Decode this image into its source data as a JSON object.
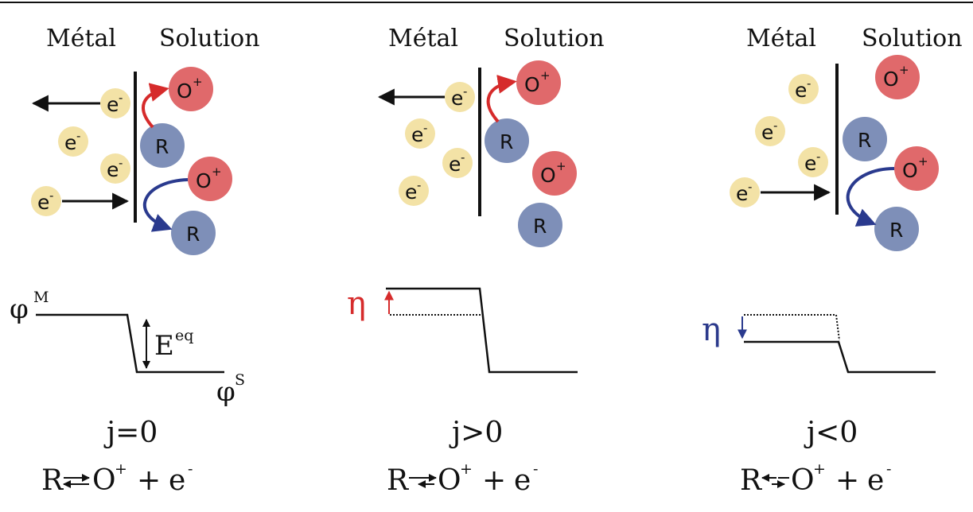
{
  "header_rule": true,
  "colors": {
    "electron": "#f3e2a6",
    "oxidized": "#e0696b",
    "reduced": "#7e8fb8",
    "red_arrow": "#d62b2b",
    "blue_arrow": "#2a3a8e",
    "eta_red": "#d62b2b",
    "eta_blue": "#2c3a8c"
  },
  "panels": [
    {
      "metal_label": "Métal",
      "solution_label": "Solution",
      "current": "j=0",
      "eq_left": "R",
      "eq_right": "O",
      "eq_plus": "+",
      "eq_charge": "+",
      "eq_e": "e",
      "eq_minus": "-",
      "potential": {
        "phi": "φ",
        "m_sup": "M",
        "s_sup": "S",
        "e": "E",
        "e_sup": "eq"
      }
    },
    {
      "metal_label": "Métal",
      "solution_label": "Solution",
      "current": "j>0",
      "eq_left": "R",
      "eq_right": "O",
      "eq_plus": "+",
      "eq_charge": "+",
      "eq_e": "e",
      "eq_minus": "-",
      "potential": {
        "eta": "η"
      }
    },
    {
      "metal_label": "Métal",
      "solution_label": "Solution",
      "current": "j<0",
      "eq_left": "R",
      "eq_right": "O",
      "eq_plus": "+",
      "eq_charge": "+",
      "eq_e": "e",
      "eq_minus": "-",
      "potential": {
        "eta": "η"
      }
    }
  ],
  "particles": {
    "electron": "e",
    "electron_sup": "-",
    "oxidized": "O",
    "oxidized_sup": "+",
    "reduced": "R"
  }
}
